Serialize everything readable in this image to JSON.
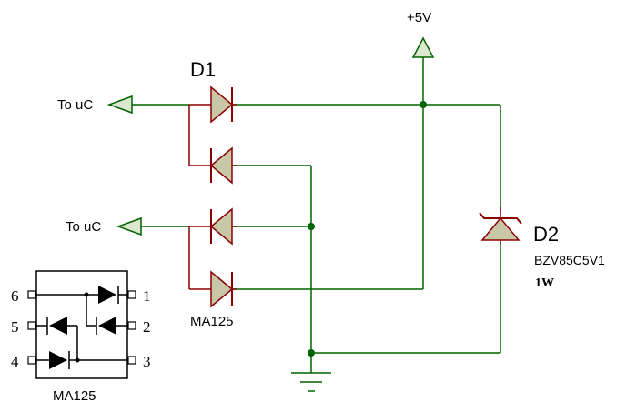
{
  "labels": {
    "supply": "+5V",
    "d1_ref": "D1",
    "d1_part": "MA125",
    "d2_ref": "D2",
    "d2_part": "BZV85C5V1",
    "d2_power": "1W",
    "to_uc_top": "To uC",
    "to_uc_bottom": "To uC"
  },
  "package": {
    "name": "MA125",
    "pins_left": [
      "6",
      "5",
      "4"
    ],
    "pins_right": [
      "1",
      "2",
      "3"
    ]
  },
  "colors": {
    "wire": "#006400",
    "component": "#8b0000",
    "diode_fill": "#c8c8a8",
    "terminal_fill": "#dde8d0"
  }
}
